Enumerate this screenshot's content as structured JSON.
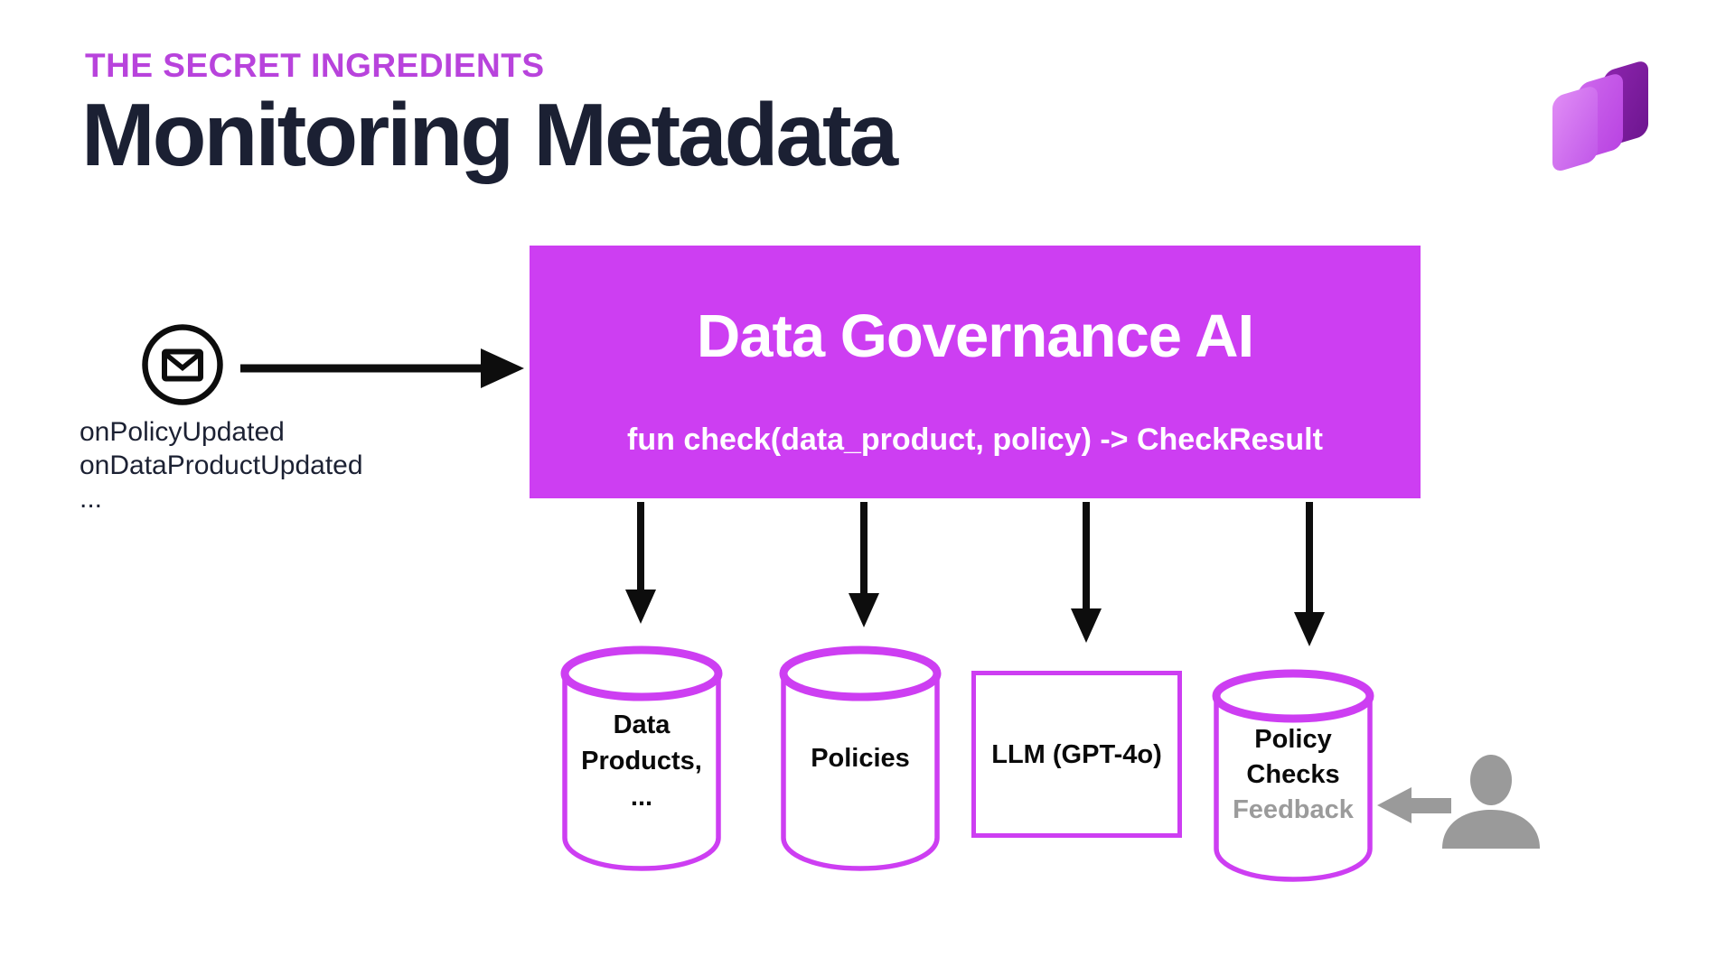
{
  "slide": {
    "eyebrow": "THE SECRET INGREDIENTS",
    "title": "Monitoring Metadata"
  },
  "colors": {
    "accent_magenta": "#cd3ef2",
    "eyebrow_purple": "#b843dc",
    "title_navy": "#1b2033",
    "arrow_black": "#0d0d0d",
    "feedback_gray": "#9b9b9b",
    "logo_light": "#e08cf5",
    "logo_mid": "#c45ae6",
    "logo_dark": "#7d1e9e"
  },
  "trigger": {
    "events": [
      "onPolicyUpdated",
      "onDataProductUpdated",
      "..."
    ]
  },
  "ai_box": {
    "title": "Data Governance AI",
    "signature": "fun check(data_product, policy) -> CheckResult"
  },
  "stores": [
    {
      "shape": "cylinder",
      "lines": [
        "Data",
        "Products,",
        "..."
      ]
    },
    {
      "shape": "cylinder",
      "lines": [
        "Policies"
      ]
    },
    {
      "shape": "rect",
      "lines": [
        "LLM (GPT-4o)"
      ]
    },
    {
      "shape": "cylinder",
      "lines": [
        "Policy",
        "Checks"
      ],
      "feedback": "Feedback"
    }
  ]
}
